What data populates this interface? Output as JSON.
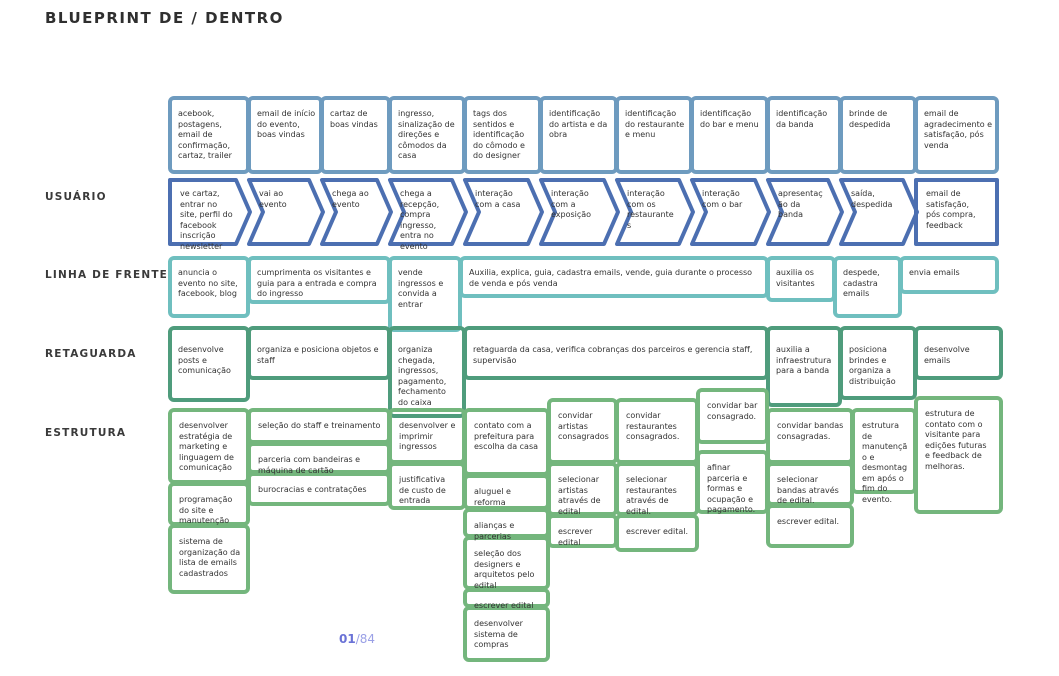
{
  "title": "BLUEPRINT DE / DENTRO",
  "rows": {
    "usuario": "USUÁRIO",
    "linha": "LINHA DE FRENTE",
    "retaguarda": "RETAGUARDA",
    "estrutura": "ESTRUTURA"
  },
  "colors": {
    "evidence": "#6e9bbf",
    "usuario": "#4c6fb1",
    "linha": "#6fbfbf",
    "retaguarda": "#4f9c7c",
    "estrutura": "#74b67d"
  },
  "evidence": [
    "acebook, postagens, email de confirmação, cartaz, trailer",
    "email de início do evento, boas vindas",
    "cartaz de boas vindas",
    "ingresso, sinalização de direções e cômodos da casa",
    "tags dos sentidos e identificação do cômodo e do designer",
    "identificação do artista e da obra",
    "identificação do restaurante e menu",
    "identificação do bar e menu",
    "identificação da banda",
    "brinde de despedida",
    "email de agradecimento e satisfação, pós venda"
  ],
  "usuario": [
    "ve cartaz, entrar no site, perfil do facebook inscrição newsletter",
    "vai ao evento",
    "chega ao evento",
    "chega a recepção, compra ingresso, entra no evento",
    "interação com a casa",
    "interação com a exposição",
    "interação com os restaurantes",
    "interação com o bar",
    "apresentação da banda",
    "saída, despedida",
    "email de satisfação, pós compra, feedback"
  ],
  "linha": [
    "anuncia o evento no site, facebook, blog",
    "cumprimenta os visitantes e guia para a entrada e compra do ingresso",
    "vende ingressos e convida a entrar",
    "Auxilia, explica, guia, cadastra emails, vende, guia durante o processo de venda e pós venda",
    "auxilia os visitantes",
    "despede, cadastra emails",
    "envia emails"
  ],
  "retaguarda": [
    "desenvolve posts e comunicação",
    "organiza e posiciona objetos e staff",
    "organiza chegada, ingressos, pagamento, fechamento do caixa",
    "retaguarda da casa, verifica cobranças dos parceiros e gerencia staff, supervisão",
    "auxilia a infraestrutura para a banda",
    "posiciona brindes e organiza a distribuição",
    "desenvolve emails"
  ],
  "estrutura": [
    "desenvolver estratégia de marketing e linguagem de comunicação",
    "programação do site e manutenção",
    "sistema de organização da lista de emails cadastrados",
    "seleção do staff e treinamento",
    "parceria com bandeiras e máquina de cartão",
    "burocracias e contratações",
    "desenvolver e imprimir ingressos",
    "justificativa de custo de entrada",
    "contato com a prefeitura para escolha da casa",
    "aluguel e reforma",
    "alianças e parcerias",
    "seleção dos designers e arquitetos pelo edital",
    "escrever edital",
    "desenvolver sistema de compras",
    "convidar artistas consagrados",
    "selecionar artistas através de edital",
    "escrever edital",
    "convidar restaurantes consagrados.",
    "selecionar restaurantes através de edital.",
    "escrever edital.",
    "convidar bar consagrado.",
    "afinar parceria e formas e ocupação e pagamento.",
    "convidar bandas consagradas.",
    "selecionar bandas através de edital.",
    "escrever edital.",
    "estrutura de manutenção e desmontagem após o fim do evento.",
    "estrutura de contato com o visitante para edições futuras e feedback de melhoras."
  ],
  "pager": {
    "current": "01",
    "total": "84"
  }
}
